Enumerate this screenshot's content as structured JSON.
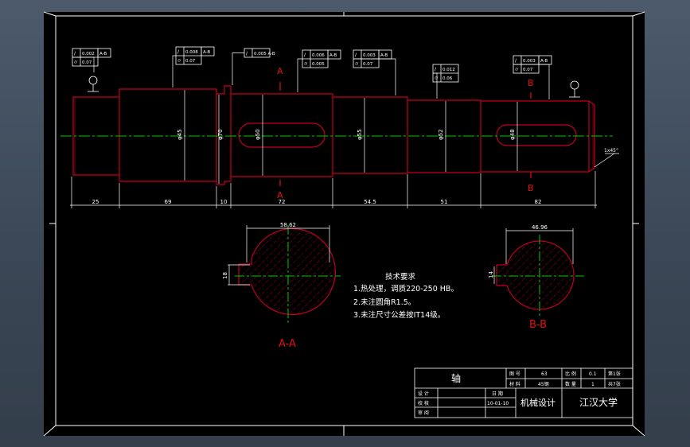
{
  "colors": {
    "background": "#000000",
    "frame": "#ffffff",
    "outline": "#c0001e",
    "hatch": "#c0001e",
    "centerline": "#00c800",
    "dim": "#ffffff",
    "label": "#e01010"
  },
  "tolerances": [
    {
      "rows": [
        "0.002",
        "0.07"
      ],
      "datum": "A-B"
    },
    {
      "rows": [
        "0.008",
        "0.07"
      ],
      "datum": "A-B"
    },
    {
      "rows": [
        "0.005 A-B"
      ],
      "datum": ""
    },
    {
      "rows": [
        "0.006",
        "0.005"
      ],
      "datum": "A-B"
    },
    {
      "rows": [
        "0.003",
        "0.07"
      ],
      "datum": "A-B"
    },
    {
      "rows": [
        "0.012",
        "0.06"
      ],
      "datum": ""
    },
    {
      "rows": [
        "0.003",
        "0.07"
      ],
      "datum": "A-B"
    }
  ],
  "datums": [
    "①",
    "②"
  ],
  "section_markers": {
    "a": "A",
    "b": "B"
  },
  "diameters": [
    "φ45",
    "φ70",
    "φ50",
    "φ55",
    "φ52",
    "φ48"
  ],
  "lengths": [
    "25",
    "69",
    "10",
    "72",
    "54.5",
    "51",
    "82"
  ],
  "chamfer": "1x45°",
  "section_aa": {
    "title": "A-A",
    "width": "58.62",
    "key": "18"
  },
  "section_bb": {
    "title": "B-B",
    "width": "46.96",
    "key": "14"
  },
  "tech": {
    "heading": "技术要求",
    "lines": [
      "1.热处理，调质220-250 HB。",
      "2.未注圆角R1.5。",
      "3.未注尺寸公差按IT14级。"
    ]
  },
  "title_block": {
    "part_name": "轴",
    "scale_label": "图 号",
    "scale_value": "63",
    "material_label": "材 料",
    "material_value": "45钢",
    "ratio_label": "比 例",
    "ratio_value": "0.1",
    "sheet_label": "第1张",
    "qty_label": "数 量",
    "qty_value": "1",
    "total_label": "共7张",
    "design_label": "设 计",
    "check_label": "校 核",
    "review_label": "审 阅",
    "date": "10-01-10",
    "name": "日 期",
    "course": "机械设计",
    "school": "江汉大学"
  }
}
